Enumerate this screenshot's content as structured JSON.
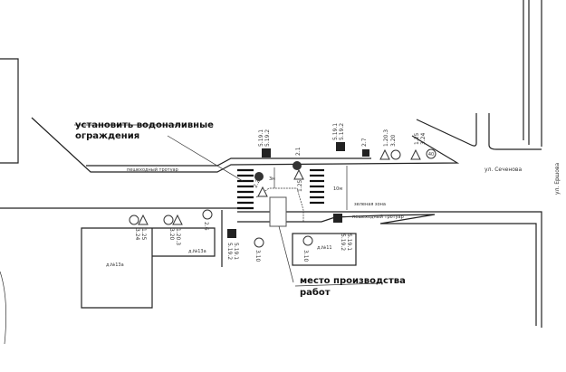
{
  "notes": {
    "barriers_line1": "установить водоналивные",
    "barriers_line2": "ограждения",
    "worksite_line1": "место производства",
    "worksite_line2": "работ"
  },
  "streets": {
    "main": "ул. Сеченова",
    "cross": "ул. Ершова"
  },
  "zones": {
    "sidewalk_top": "пешеходный тротуар",
    "sidewalk_bottom": "пешеходный тротуар",
    "green_zone": "зеленая зона"
  },
  "dimensions": {
    "width_road": "10м",
    "offset": "3м"
  },
  "buildings": {
    "b1": "д.№13а",
    "b2": "д.№13а",
    "b3": "д.№11"
  },
  "sign_codes": {
    "s1": "5.19.1",
    "s1b": "5.19.2",
    "s2": "2.1",
    "s3": "1.25",
    "s4": "5.19.1",
    "s4b": "5.19.2",
    "s5": "2.7",
    "s6": "1.20.3",
    "s6b": "3.20",
    "s7": "1.25",
    "s7b": "3.24",
    "s8": "1.25",
    "s8b": "3.24",
    "s9": "1.20.3",
    "s9b": "3.20",
    "s10": "2.6",
    "s11": "5.19.1",
    "s11b": "5.19.2",
    "s12": "3.10",
    "s13": "3.10",
    "s14": "5.19.1",
    "s14b": "5.19.2",
    "s15": "2.2",
    "speed": "40"
  }
}
